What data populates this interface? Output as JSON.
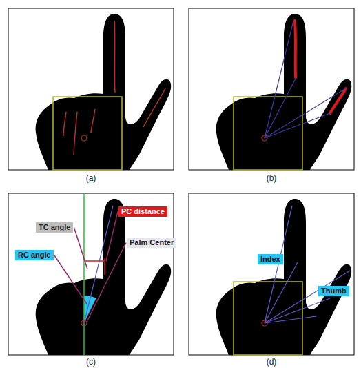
{
  "diagram": {
    "nodes": [
      {
        "text": [
          "PC distance"
        ]
      },
      {
        "text": [
          "TC angle"
        ]
      },
      {
        "text": [
          "Palm Center"
        ]
      },
      {
        "text": [
          "RC angle"
        ]
      },
      {
        "text": [
          "Index"
        ]
      },
      {
        "text": [
          "Thumb"
        ]
      }
    ],
    "labels": [
      "(a)",
      "(b)",
      "(c)",
      "(d)"
    ]
  }
}
